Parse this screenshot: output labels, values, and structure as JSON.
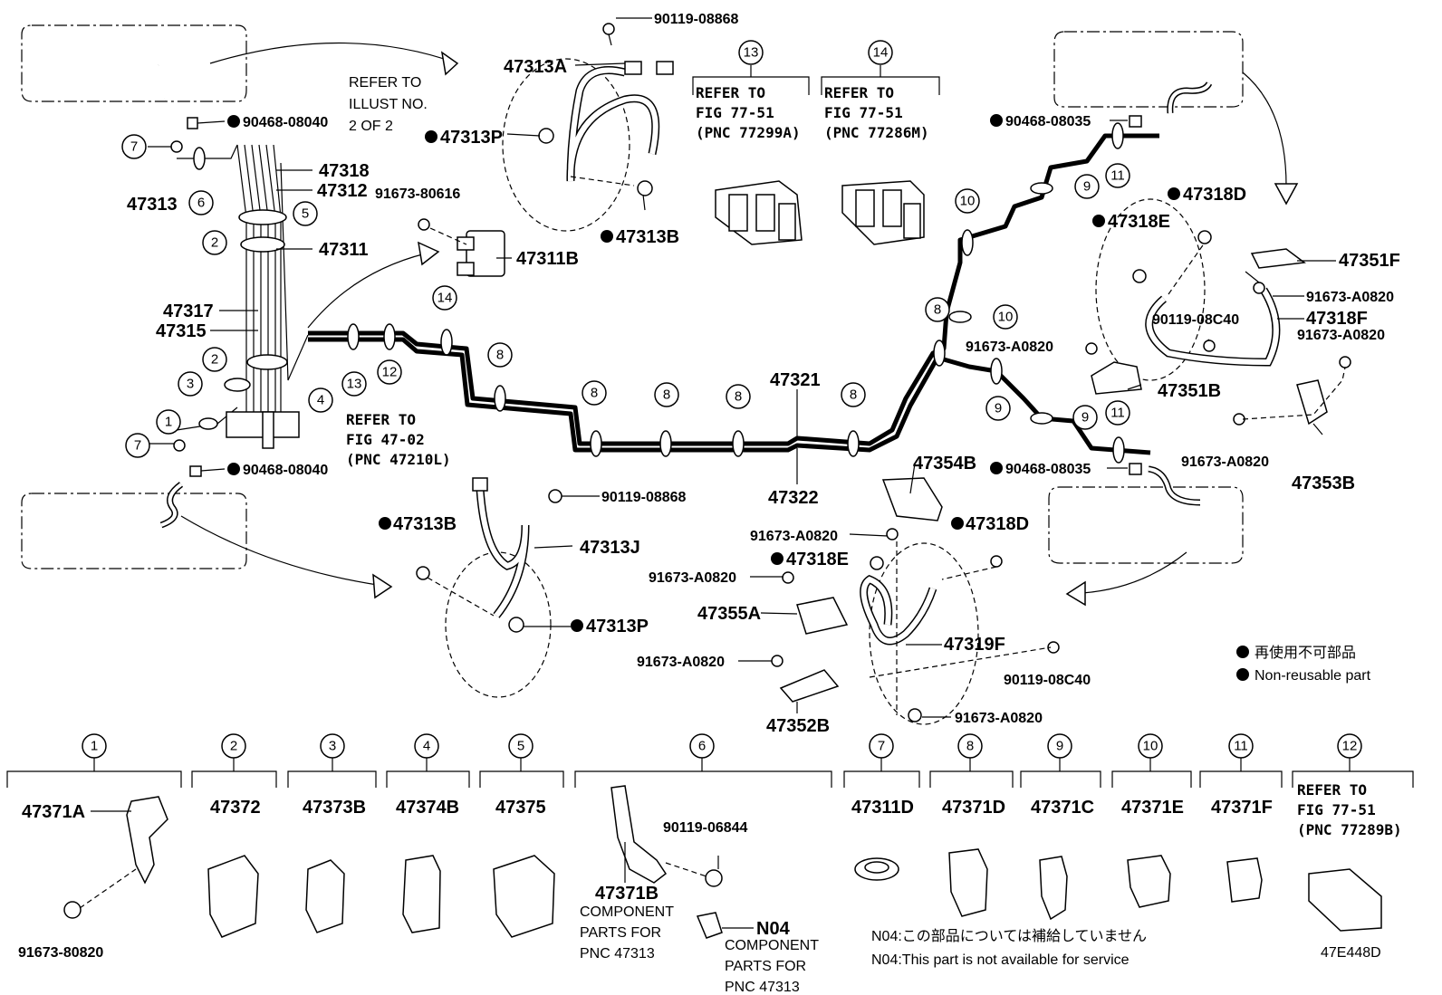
{
  "labels": {
    "p47313A": "47313A",
    "p90119_08868_top": "90119-08868",
    "p47313P_top": "47313P",
    "p47313B_top": "47313B",
    "p90468_08040_top": "90468-08040",
    "p47318": "47318",
    "p47312": "47312",
    "p47313": "47313",
    "p91673_80616": "91673-80616",
    "p47311": "47311",
    "p47311B": "47311B",
    "p47317": "47317",
    "p47315": "47315",
    "p90468_08040_bot": "90468-08040",
    "p47321": "47321",
    "p47322": "47322",
    "p90468_08035_top": "90468-08035",
    "p47318D_r": "47318D",
    "p47318E_r": "47318E",
    "p47351F": "47351F",
    "p91673_A0820_r1": "91673-A0820",
    "p90119_08C40_r": "90119-08C40",
    "p47318F": "47318F",
    "p91673_A0820_r2": "91673-A0820",
    "p91673_A0820_r3": "91673-A0820",
    "p47351B": "47351B",
    "p91673_A0820_r4": "91673-A0820",
    "p47353B": "47353B",
    "p90468_08035_bot": "90468-08035",
    "p47354B": "47354B",
    "p47318D_b": "47318D",
    "p91673_A0820_b1": "91673-A0820",
    "p47318E_b": "47318E",
    "p91673_A0820_b2": "91673-A0820",
    "p47355A": "47355A",
    "p47319F": "47319F",
    "p91673_A0820_b3": "91673-A0820",
    "p90119_08C40_b": "90119-08C40",
    "p47352B": "47352B",
    "p91673_A0820_b4": "91673-A0820",
    "p90119_08868_bot": "90119-08868",
    "p47313J": "47313J",
    "p47313B_bot": "47313B",
    "p47313P_bot": "47313P"
  },
  "refers": {
    "illust": [
      "REFER TO",
      "ILLUST NO.",
      "2 OF 2"
    ],
    "fig4702": [
      "REFER TO",
      "FIG 47-02",
      "(PNC 47210L)"
    ],
    "ref13": [
      "REFER TO",
      "FIG 77-51",
      "(PNC 77299A)"
    ],
    "ref14": [
      "REFER TO",
      "FIG 77-51",
      "(PNC 77286M)"
    ],
    "ref12": [
      "REFER TO",
      "FIG 77-51",
      "(PNC 77289B)"
    ]
  },
  "callouts": {
    "c13": "13",
    "c14": "14",
    "left7a": "7",
    "left6": "6",
    "left5": "5",
    "left2a": "2",
    "left2b": "2",
    "left3": "3",
    "left4": "4",
    "left1": "1",
    "left7b": "7",
    "m13": "13",
    "m12": "12",
    "m14": "14",
    "m8a": "8",
    "m8b": "8",
    "m8c": "8",
    "m8d": "8",
    "m8e": "8",
    "r8": "8",
    "r10a": "10",
    "r10b": "10",
    "r9a": "9",
    "r11a": "11",
    "r9b": "9",
    "r9c": "9",
    "r11b": "11"
  },
  "legend": {
    "jp": "再使用不可部品",
    "en": "Non-reusable part"
  },
  "bottom": {
    "groups": [
      "1",
      "2",
      "3",
      "4",
      "5",
      "6",
      "7",
      "8",
      "9",
      "10",
      "11",
      "12"
    ],
    "g1_part": "47371A",
    "g1_bolt": "91673-80820",
    "g2_part": "47372",
    "g3_part": "47373B",
    "g4_part": "47374B",
    "g5_part": "47375",
    "g6_bolt": "90119-06844",
    "g6_bracket": "47371B",
    "g6_bracket_note": [
      "COMPONENT",
      "PARTS FOR",
      "PNC 47313"
    ],
    "g6_n04": "N04",
    "g6_n04_note": [
      "COMPONENT",
      "PARTS FOR",
      "PNC 47313"
    ],
    "g7_part": "47311D",
    "g8_part": "47371D",
    "g9_part": "47371C",
    "g10_part": "47371E",
    "g11_part": "47371F"
  },
  "footnotes": {
    "jp": "N04:この部品については補給していません",
    "en": "N04:This part is not available for service"
  },
  "figure_id": "47E448D"
}
